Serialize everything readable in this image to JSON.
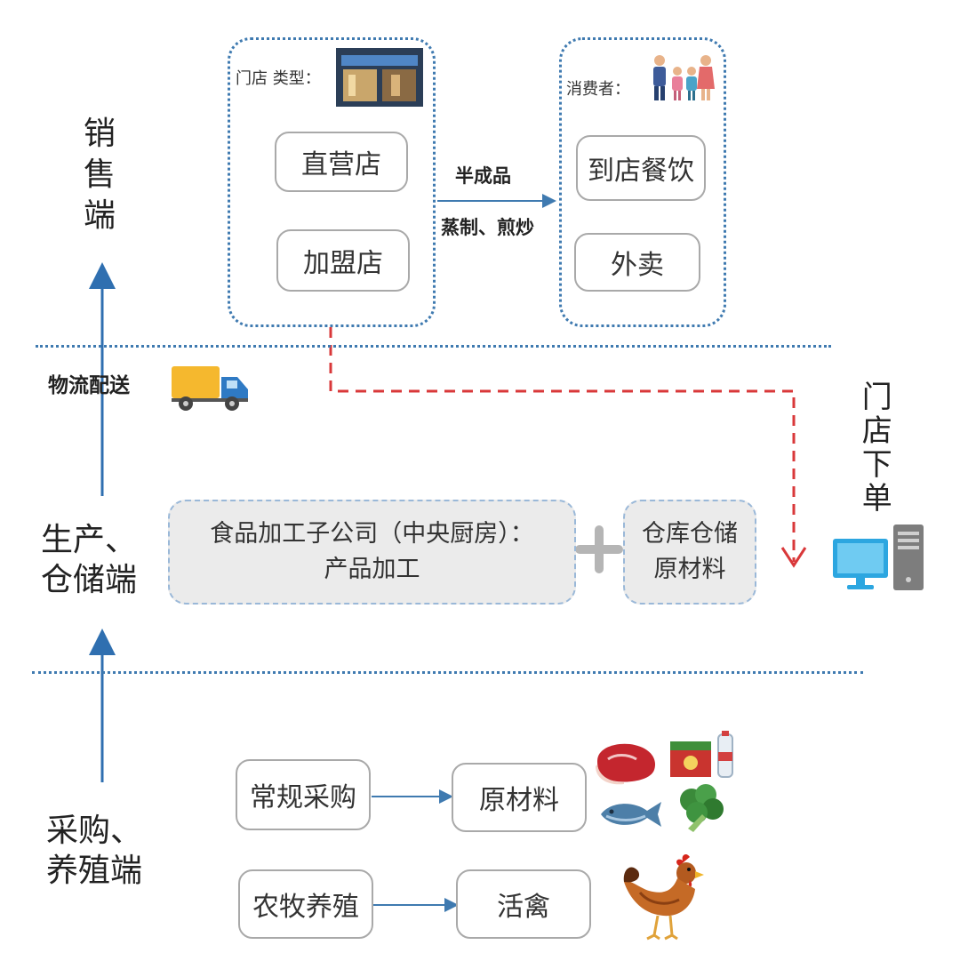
{
  "sections": {
    "sales": "销售端",
    "production": "生产、\n仓储端",
    "procurement": "采购、\n养殖端"
  },
  "sales": {
    "store_label": "门店 类型：",
    "store_types": [
      "直营店",
      "加盟店"
    ],
    "consumer_label": "消费者：",
    "consumer_channels": [
      "到店餐饮",
      "外卖"
    ],
    "flow_top": "半成品",
    "flow_bottom": "蒸制、煎炒"
  },
  "logistics_label": "物流配送",
  "store_order_label": "门店下单",
  "production": {
    "kitchen_line1": "食品加工子公司（中央厨房）：",
    "kitchen_line2": "产品加工",
    "warehouse_line1": "仓库仓储",
    "warehouse_line2": "原材料"
  },
  "procurement": {
    "routine": "常规采购",
    "raw_materials": "原材料",
    "farming": "农牧养殖",
    "live_poultry": "活禽"
  },
  "colors": {
    "accent_blue": "#2f6fb0",
    "dotted_blue": "#3f7ab0",
    "order_red": "#d9383a",
    "box_border": "#a9a9a9",
    "panel_gray": "#ebebeb"
  },
  "icons": [
    "storefront-photo-icon",
    "family-icon",
    "delivery-truck-icon",
    "computer-icon",
    "meat-icon",
    "groceries-icon",
    "fish-icon",
    "broccoli-icon",
    "chicken-icon"
  ]
}
